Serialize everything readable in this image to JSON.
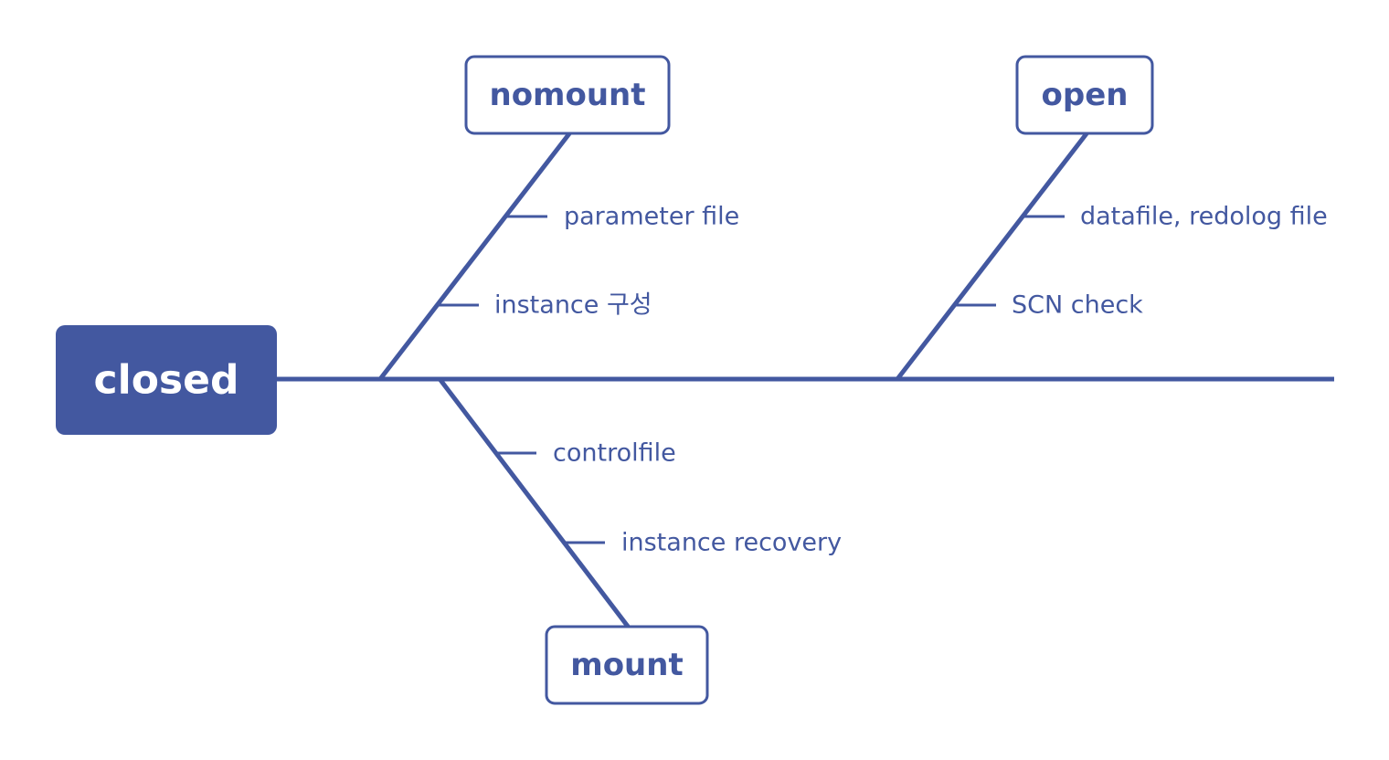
{
  "colors": {
    "primary": "#4358A0",
    "background": "#FFFFFF",
    "root_text": "#FFFFFF"
  },
  "root": {
    "label": "closed"
  },
  "stages": {
    "nomount": {
      "label": "nomount",
      "items": [
        "parameter file",
        "instance 구성"
      ]
    },
    "mount": {
      "label": "mount",
      "items": [
        "controlfile",
        "instance recovery"
      ]
    },
    "open": {
      "label": "open",
      "items": [
        "datafile, redolog file",
        "SCN check"
      ]
    }
  }
}
